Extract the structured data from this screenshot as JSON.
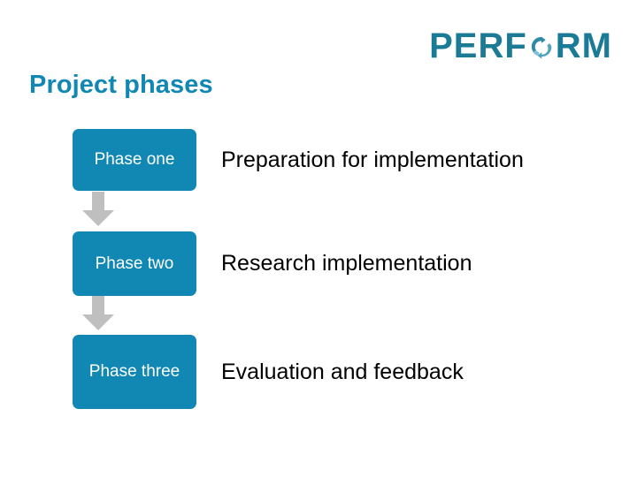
{
  "logo": {
    "text_before": "PERF",
    "mark_icon": "recycle-circular-arrows-icon",
    "text_after": "RM",
    "color": "#1B7A96"
  },
  "page_title": "Project phases",
  "colors": {
    "accent_teal": "#1187B4",
    "title_teal": "#1187B4",
    "logo_teal": "#1B7A96",
    "arrow_gray": "#BFBFBF",
    "box_text": "#FFFFFF",
    "description_text": "#000000",
    "background": "#FFFFFF"
  },
  "phases": [
    {
      "label": "Phase one",
      "description": "Preparation for implementation"
    },
    {
      "label": "Phase two",
      "description": "Research implementation"
    },
    {
      "label": "Phase three",
      "description": "Evaluation and feedback"
    }
  ],
  "connectors": [
    {
      "icon": "arrow-down-icon"
    },
    {
      "icon": "arrow-down-icon"
    }
  ]
}
